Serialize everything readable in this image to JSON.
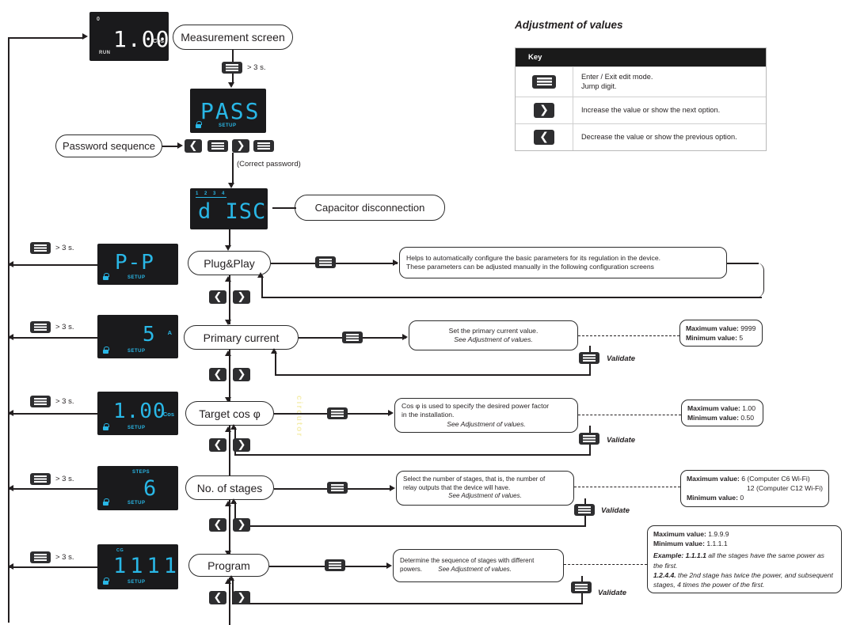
{
  "key_panel": {
    "title": "Adjustment of values",
    "header": "Key",
    "rows": [
      {
        "icon": "menu-key-icon",
        "glyph": "menu",
        "text_line1": "Enter / Exit edit mode.",
        "text_line2": "Jump digit."
      },
      {
        "icon": "right-key-icon",
        "glyph": "right",
        "text_line1": "Increase the value or show the next option.",
        "text_line2": ""
      },
      {
        "icon": "left-key-icon",
        "glyph": "left",
        "text_line1": "Decrease the value or show the previous option.",
        "text_line2": ""
      }
    ]
  },
  "displays": {
    "measurement": {
      "value": "1.00",
      "unit": "Cos",
      "top_left": "0",
      "bottom_left": "RUN",
      "setup": ""
    },
    "pass": {
      "value": "PASS",
      "setup": "SETUP"
    },
    "disc": {
      "value": "d ISC",
      "stages": "1 2 3 4",
      "setup": ""
    },
    "pp": {
      "value": "P-P",
      "setup": "SETUP"
    },
    "primary": {
      "value": "5",
      "unit": "A",
      "setup": "SETUP"
    },
    "cos": {
      "value": "1.00",
      "unit": "Cos",
      "setup": "SETUP"
    },
    "stages": {
      "value": "6",
      "top": "STEPS",
      "setup": "SETUP"
    },
    "program": {
      "value": "1111",
      "top": "CG",
      "setup": "SETUP"
    }
  },
  "nodes": {
    "measurement_screen": "Measurement screen",
    "password_sequence": "Password sequence",
    "capacitor_disconnection": "Capacitor disconnection",
    "plug_and_play": "Plug&Play",
    "primary_current": "Primary current",
    "target_cos": "Target cos φ",
    "no_of_stages": "No. of stages",
    "program": "Program"
  },
  "labels": {
    "hold_3s": "> 3 s.",
    "correct_password": "(Correct password)",
    "validate": "Validate"
  },
  "notes": {
    "plug_and_play": {
      "line1": "Helps to automatically configure the basic parameters for its regulation in the device.",
      "line2": "These parameters can be adjusted manually in the following configuration screens"
    },
    "primary_current": {
      "line1": "Set the primary current value.",
      "see": "See Adjustment of values."
    },
    "target_cos": {
      "line1": "Cos φ is used to specify the desired power factor",
      "line2": "in the installation.",
      "see": "See Adjustment of values."
    },
    "no_of_stages": {
      "line1": "Select the number of stages, that is, the  number of",
      "line2": "relay outputs that the device will have.",
      "see": "See Adjustment of values."
    },
    "program": {
      "line1": "Determine the sequence of stages with different",
      "line2": "powers.",
      "see": "See Adjustment of values."
    }
  },
  "limits": {
    "primary_current": {
      "max_label": "Maximum value:",
      "max_value": "9999",
      "min_label": "Minimum value:",
      "min_value": "5"
    },
    "target_cos": {
      "max_label": "Maximum value:",
      "max_value": "1.00",
      "min_label": "Minimum value:",
      "min_value": "0.50"
    },
    "no_of_stages": {
      "max_label": "Maximum value:",
      "max_value": "6 (Computer C6 Wi-Fi)",
      "max_value2": "12 (Computer C12 Wi-Fi)",
      "min_label": "Minimum value:",
      "min_value": "0"
    },
    "program": {
      "max_label": "Maximum value:",
      "max_value": "1.9.9.9",
      "min_label": "Minimum value:",
      "min_value": "1.1.1.1",
      "example_label": "Example: 1.1.1.1",
      "example_text": " all the stages have the same power as the first.",
      "example2_label": "1.2.4.4.",
      "example2_text": " the 2nd stage has twice the power, and subsequent stages, 4 times the power of the first."
    }
  },
  "colors": {
    "lcd_cyan": "#29b7e6",
    "lcd_bg": "#1a1a1c",
    "line": "#231f20",
    "key_dark": "#2e2e30"
  }
}
